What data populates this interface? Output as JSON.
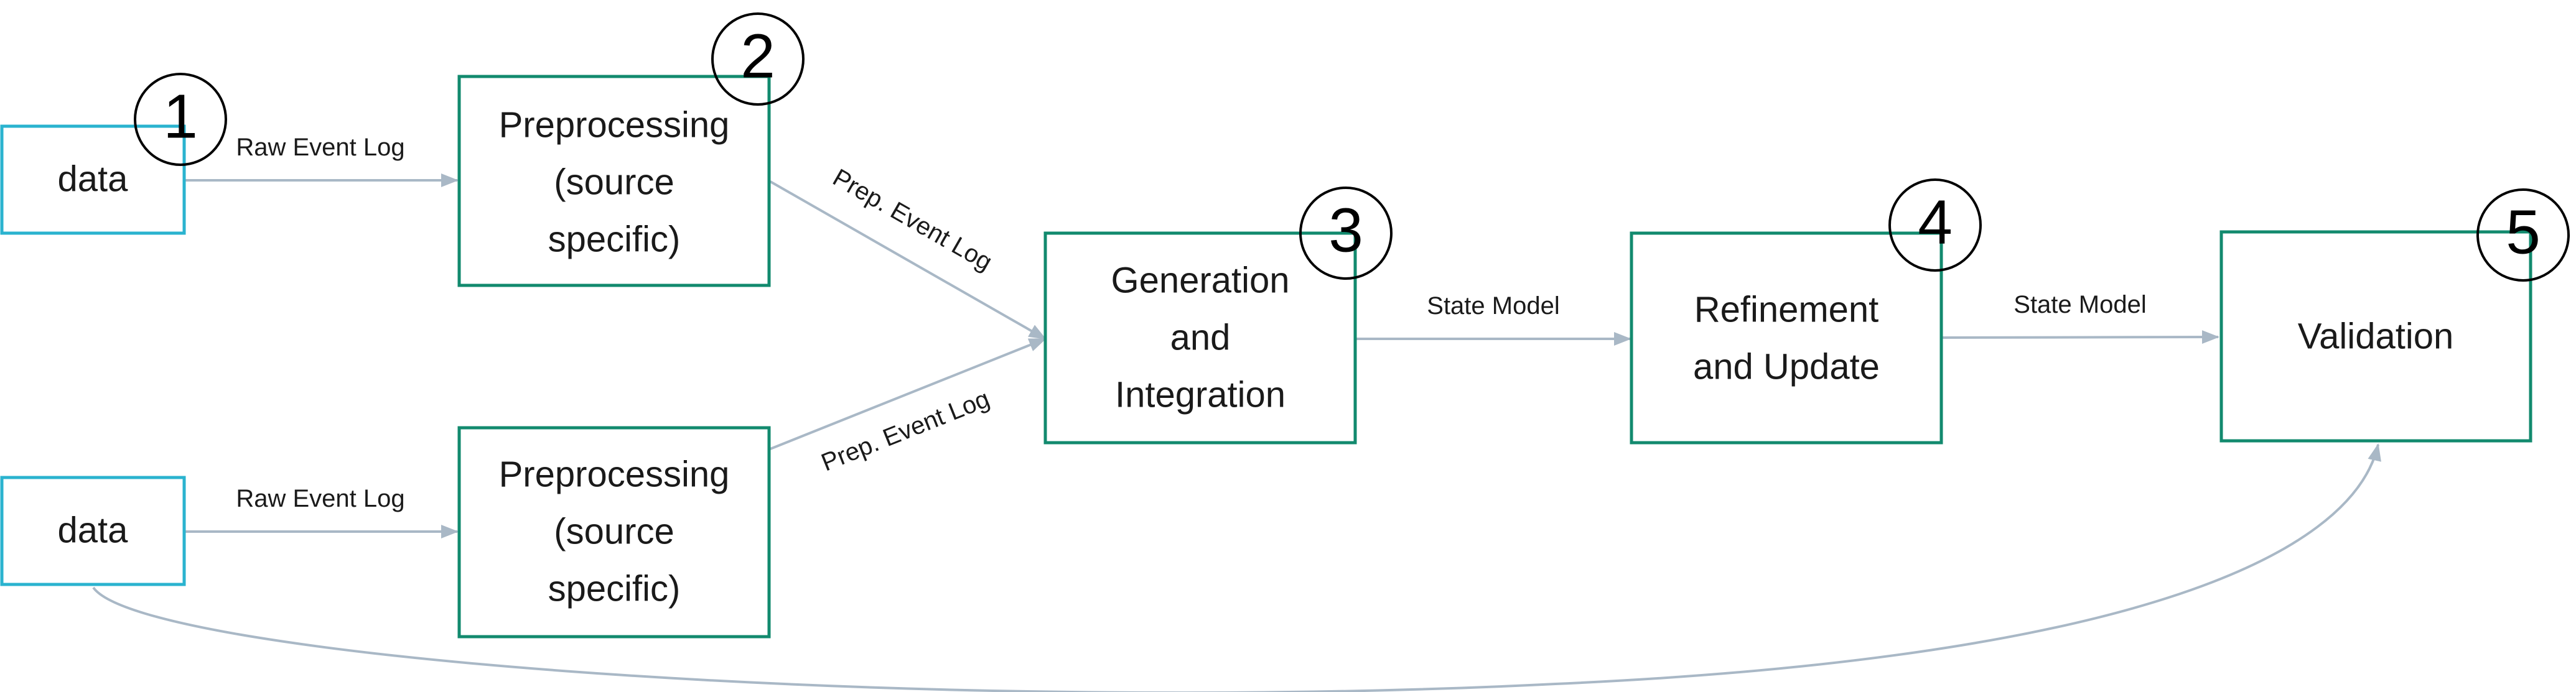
{
  "colors": {
    "source_box": "#2ab3cf",
    "process_box": "#128a6e",
    "arrow": "#a9b8c6",
    "text": "#1a1a1a"
  },
  "nodes": {
    "data_top": {
      "label": "data"
    },
    "data_bottom": {
      "label": "data"
    },
    "preprocessing_top": {
      "lines": [
        "Preprocessing",
        "(source",
        "specific)"
      ]
    },
    "preprocessing_bottom": {
      "lines": [
        "Preprocessing",
        "(source",
        "specific)"
      ]
    },
    "generation": {
      "lines": [
        "Generation",
        "and",
        "Integration"
      ]
    },
    "refinement": {
      "lines": [
        "Refinement",
        "and Update"
      ]
    },
    "validation": {
      "lines": [
        "Validation"
      ]
    }
  },
  "steps": [
    "1",
    "2",
    "3",
    "4",
    "5"
  ],
  "edges": {
    "raw_top": "Raw Event Log",
    "raw_bottom": "Raw Event Log",
    "prep_top": "Prep. Event Log",
    "prep_bottom": "Prep. Event Log",
    "state_1": "State Model",
    "state_2": "State Model"
  }
}
